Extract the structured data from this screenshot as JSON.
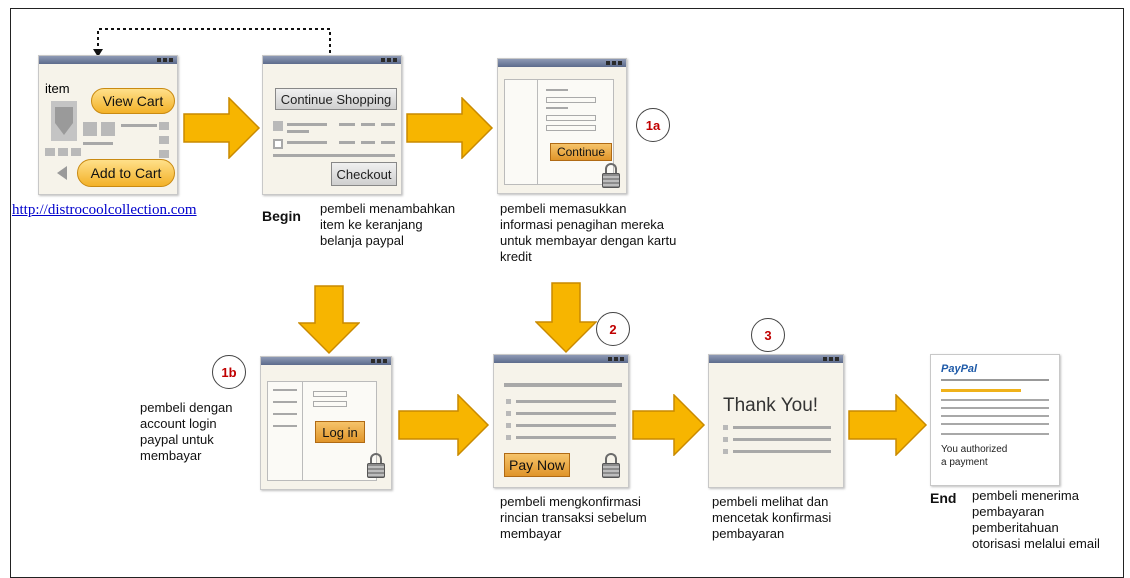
{
  "site": {
    "url": "http://distrocoolcollection.com"
  },
  "labels": {
    "begin": "Begin",
    "end": "End"
  },
  "product_window": {
    "item": "item",
    "view_cart": "View Cart",
    "add_to_cart": "Add to Cart"
  },
  "cart_window": {
    "continue_shopping": "Continue Shopping",
    "checkout": "Checkout"
  },
  "billing_window": {
    "continue": "Continue"
  },
  "login_window": {
    "login": "Log in"
  },
  "review_window": {
    "pay_now": "Pay Now"
  },
  "thanks_window": {
    "thank_you": "Thank You!"
  },
  "email_window": {
    "brand": "PayPal",
    "line1": "You authorized",
    "line2": "a payment"
  },
  "badges": {
    "b1a": "1a",
    "b1b": "1b",
    "b2": "2",
    "b3": "3"
  },
  "descriptions": {
    "cart": [
      "pembeli menambahkan",
      "item ke keranjang",
      "belanja paypal"
    ],
    "billing": [
      "pembeli memasukkan",
      "informasi penagihan mereka",
      "untuk membayar dengan kartu",
      "kredit"
    ],
    "login": [
      "pembeli dengan",
      "account login",
      "paypal untuk",
      "membayar"
    ],
    "review": [
      "pembeli mengkonfirmasi",
      "rincian transaksi sebelum",
      "membayar"
    ],
    "thanks": [
      "pembeli melihat dan",
      "mencetak konfirmasi",
      "pembayaran"
    ],
    "email": [
      "pembeli menerima",
      "pembayaran",
      "pemberitahuan",
      "otorisasi melalui email"
    ]
  },
  "colors": {
    "arrow_fill": "#f7b500",
    "arrow_stroke": "#c98a00",
    "badge_text": "#c00000",
    "link": "#0000cc"
  }
}
